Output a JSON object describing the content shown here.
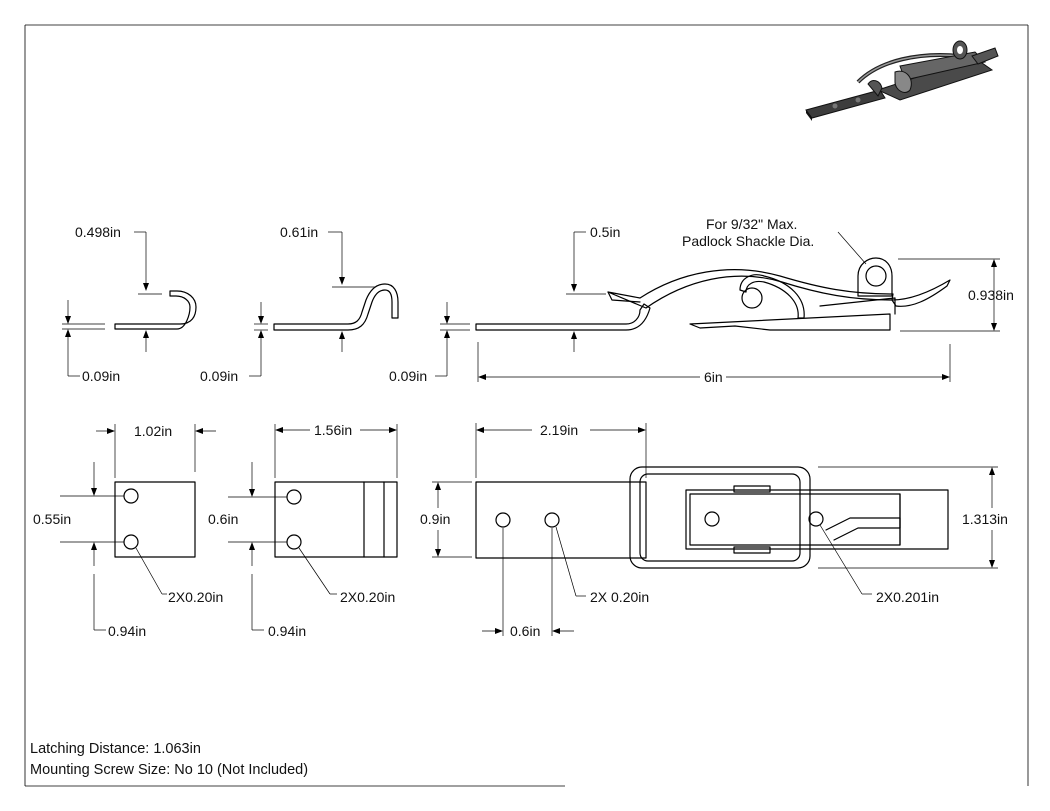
{
  "callouts": {
    "padlock_line1": "For 9/32\" Max.",
    "padlock_line2": "Padlock Shackle Dia."
  },
  "dims": {
    "keeper1_hook_height": "0.498in",
    "keeper1_thickness": "0.09in",
    "keeper2_hook_height": "0.61in",
    "keeper2_thickness": "0.09in",
    "latch_clearance": "0.5in",
    "latch_thickness": "0.09in",
    "latch_height": "0.938in",
    "latch_length": "6in",
    "keeper1_width": "1.02in",
    "keeper1_hole_spacing": "0.55in",
    "keeper1_holes": "2X0.20in",
    "keeper1_depth": "0.94in",
    "keeper2_width": "1.56in",
    "keeper2_hole_spacing": "0.6in",
    "keeper2_holes": "2X0.20in",
    "keeper2_depth": "0.94in",
    "base_length": "2.19in",
    "base_width": "0.9in",
    "base_holes": "2X 0.20in",
    "base_hole_spacing": "0.6in",
    "latch_width": "1.313in",
    "latch_holes": "2X0.201in"
  },
  "notes": {
    "latching_distance": "Latching Distance: 1.063in",
    "screw_size": "Mounting Screw Size: No 10 (Not Included)"
  }
}
